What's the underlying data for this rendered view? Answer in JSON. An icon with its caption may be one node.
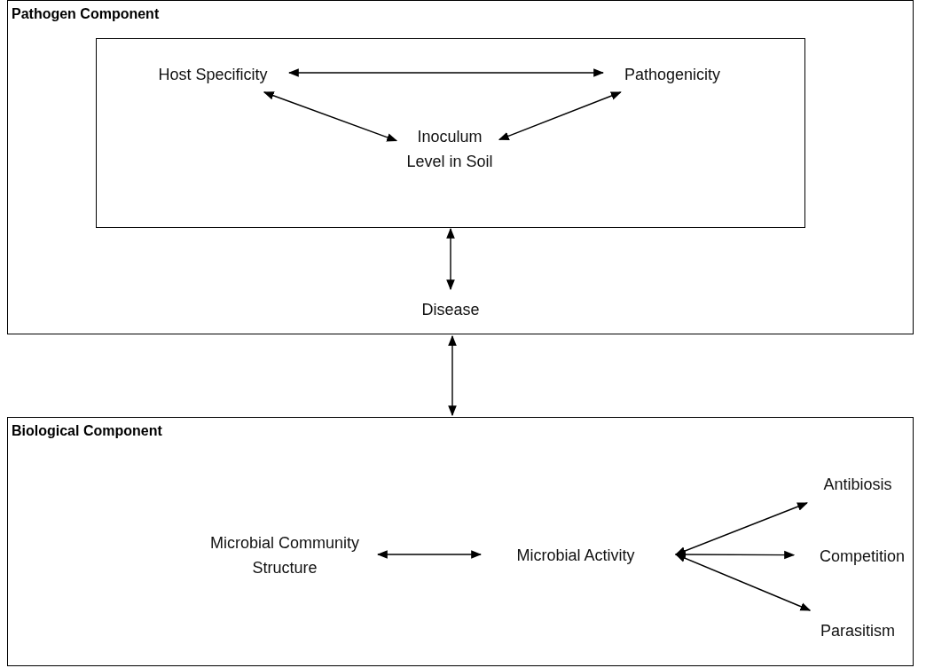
{
  "diagram": {
    "nodes": [
      {
        "text": [
          "Pathogen Component"
        ]
      },
      {
        "text": [],
        "shape": "box",
        "in": 0
      },
      {
        "text": [
          "Host Specificity"
        ],
        "in": 1
      },
      {
        "text": [
          "Pathogenicity"
        ],
        "in": 1
      },
      {
        "text": [
          "Inoculum Level in Soil"
        ],
        "in": 1
      },
      {
        "text": [
          "Disease"
        ],
        "in": 0
      },
      {
        "text": [
          "Biological Component"
        ]
      },
      {
        "text": [
          "Microbial Community Structure"
        ],
        "in": 6
      },
      {
        "text": [
          "Microbial Activity"
        ],
        "in": 6
      },
      {
        "text": [
          "Antibiosis"
        ],
        "in": 6
      },
      {
        "text": [
          "Competition"
        ],
        "in": 6
      },
      {
        "text": [
          "Parasitism"
        ],
        "in": 6
      }
    ],
    "edges": [
      {
        "from": 2,
        "to": 3,
        "arrow": "both"
      },
      {
        "from": 2,
        "to": 4,
        "arrow": "both"
      },
      {
        "from": 3,
        "to": 4,
        "arrow": "both"
      },
      {
        "from": 1,
        "to": 5,
        "arrow": "both"
      },
      {
        "from": 0,
        "to": 6,
        "arrow": "both"
      },
      {
        "from": 7,
        "to": 8,
        "arrow": "both"
      },
      {
        "from": 8,
        "to": 9,
        "arrow": "both"
      },
      {
        "from": 8,
        "to": 10,
        "arrow": "both"
      },
      {
        "from": 8,
        "to": 11,
        "arrow": "both"
      }
    ]
  }
}
